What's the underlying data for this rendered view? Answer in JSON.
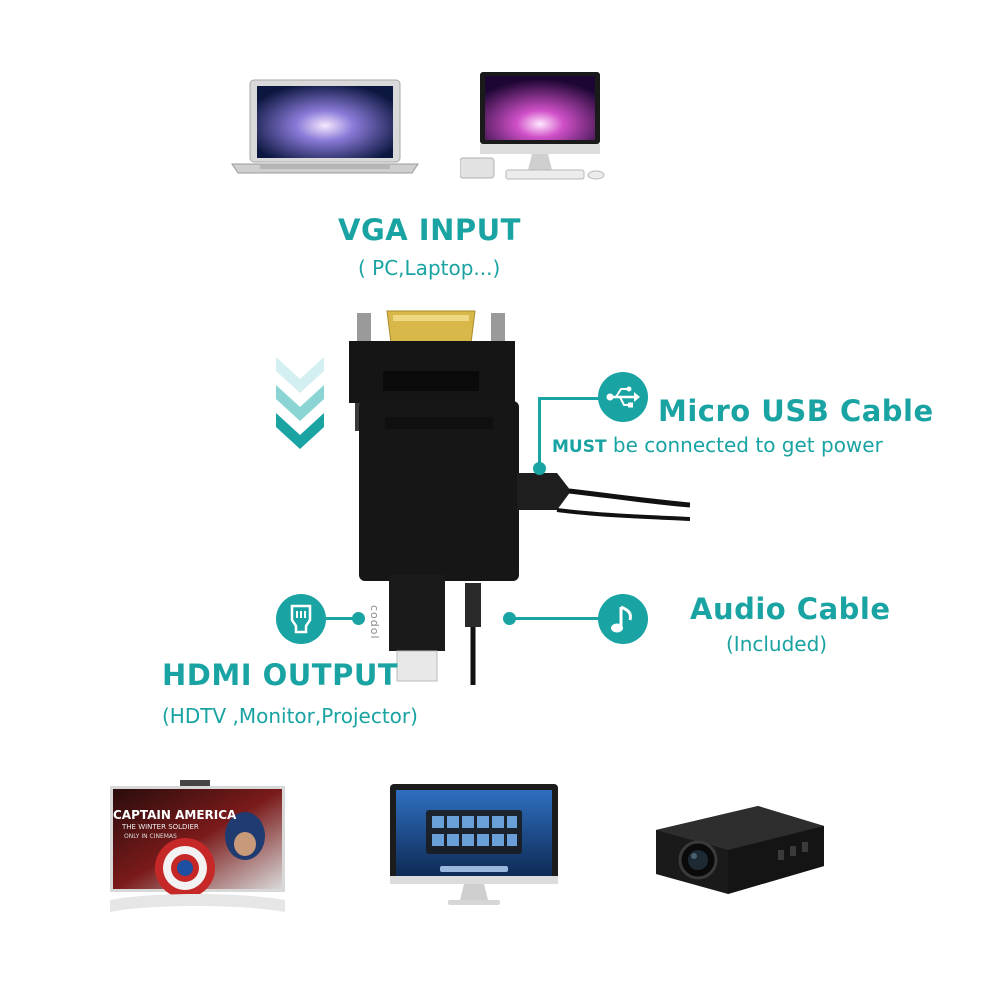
{
  "vga": {
    "title": "VGA INPUT",
    "subtitle": "( PC,Laptop...)"
  },
  "usb": {
    "title": "Micro USB Cable",
    "note_prefix": "MUST",
    "note_rest": " be connected to get power",
    "icon": "usb-icon"
  },
  "audio": {
    "title": "Audio Cable",
    "subtitle": "(Included)",
    "icon": "music-note-icon"
  },
  "hdmi": {
    "title": "HDMI OUTPUT",
    "subtitle": "(HDTV ,Monitor,Projector)",
    "icon": "hdmi-port-icon"
  },
  "adapter": {
    "brand": "codol"
  },
  "tv_screen": {
    "line1": "CAPTAIN AMERICA",
    "line2": "THE WINTER SOLDIER",
    "line3": "ONLY IN CINEMAS"
  },
  "colors": {
    "accent": "#1aa3a3",
    "accent_light": "#bfe8e8",
    "adapter_body": "#141414",
    "vga_gold": "#d9b84a"
  }
}
